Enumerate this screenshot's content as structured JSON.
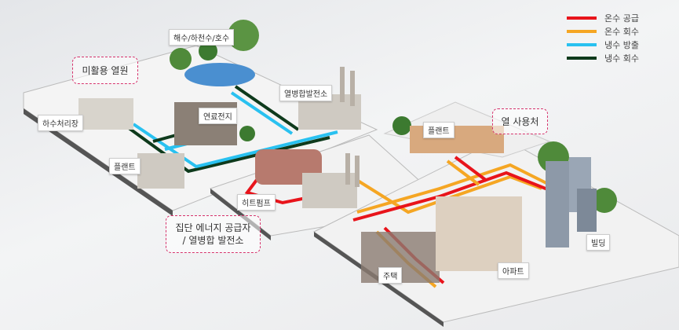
{
  "legend": [
    {
      "label": "온수 공급",
      "color": "#e8141b"
    },
    {
      "label": "온수 회수",
      "color": "#f5a623"
    },
    {
      "label": "냉수 방출",
      "color": "#29c1f0"
    },
    {
      "label": "냉수 회수",
      "color": "#0e3a1c"
    }
  ],
  "groups": {
    "unused_heat": "미활용 열원",
    "supplier_line1": "집단 에너지 공급자",
    "supplier_line2": "/ 열병합 발전소",
    "heat_user": "열 사용처"
  },
  "labels": {
    "water": "해수/하천수/호수",
    "sewage": "하수처리장",
    "fuel_cell": "연료전지",
    "chp_plant": "열병합발전소",
    "plant_left": "플랜트",
    "heat_pump": "히트펌프",
    "plant_right": "플랜트",
    "house": "주택",
    "apartment": "아파트",
    "building": "빌딩"
  }
}
